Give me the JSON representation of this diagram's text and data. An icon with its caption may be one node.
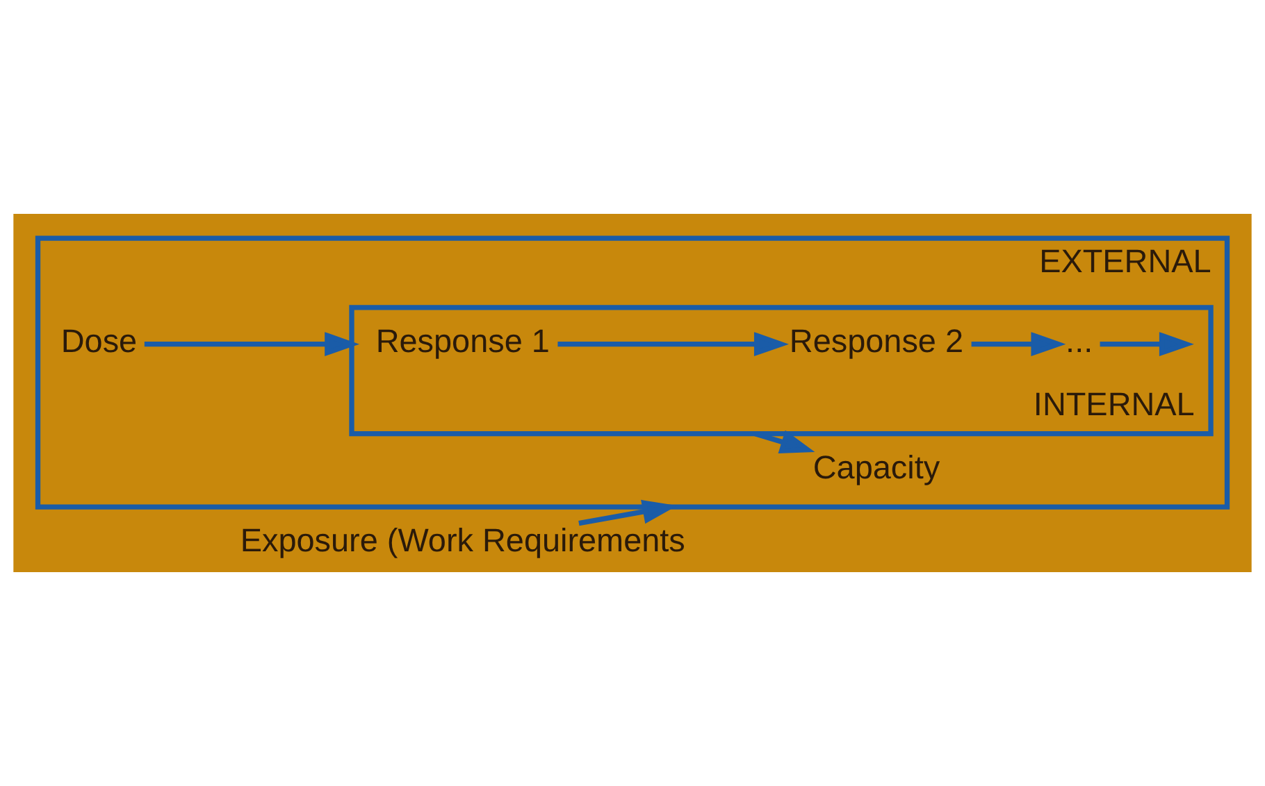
{
  "diagram": {
    "nodes": [
      {
        "text": [
          "EXTERNAL"
        ]
      },
      {
        "text": [
          "Exposure (Work Requirements"
        ]
      },
      {
        "text": [
          "Capacity"
        ],
        "in": 0
      },
      {
        "text": [
          "Dose"
        ],
        "in": 0
      },
      {
        "text": [
          "INTERNAL"
        ],
        "in": 0
      },
      {
        "text": [
          "Response 1"
        ],
        "in": 4
      },
      {
        "text": [
          "Response 2"
        ],
        "in": 4
      },
      {
        "text": [
          "..."
        ],
        "in": 4
      }
    ],
    "edges": [
      {
        "from": 1,
        "to": 0,
        "arrow": "to"
      },
      {
        "from": 4,
        "to": 2,
        "arrow": "to"
      },
      {
        "from": 3,
        "to": 4,
        "arrow": "to"
      },
      {
        "from": 5,
        "to": 6,
        "arrow": "to"
      },
      {
        "from": 6,
        "to": 7,
        "arrow": "to"
      },
      {
        "from": 7,
        "to": null,
        "arrow": "to"
      }
    ]
  }
}
